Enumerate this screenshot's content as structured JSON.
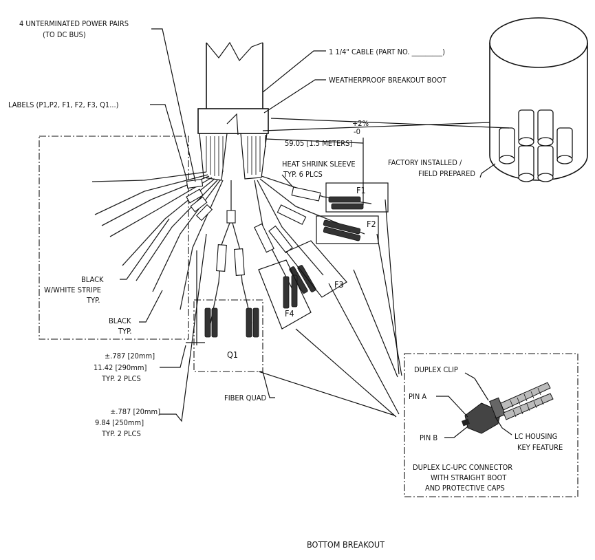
{
  "labels": {
    "power_pairs_1": "4 UNTERMINATED POWER PAIRS",
    "power_pairs_2": "(TO DC BUS)",
    "cable": "1 1/4\" CABLE (PART NO. _________)",
    "boot": "WEATHERPROOF BREAKOUT BOOT",
    "labels_list": "LABELS (P1,P2, F1, F2, F3, Q1...)",
    "length": "59.05 [1.5 METERS]",
    "tol_plus": "+2%",
    "tol_minus": "-0",
    "heat_shrink_1": "HEAT SHRINK SLEEVE",
    "heat_shrink_2": "TYP. 6 PLCS",
    "factory_1": "FACTORY INSTALLED /",
    "factory_2": "FIELD PREPARED",
    "f1": "F1",
    "f2": "F2",
    "f3": "F3",
    "f4": "F4",
    "q1": "Q1",
    "black_stripe_1": "BLACK",
    "black_stripe_2": "W/WHITE STRIPE",
    "black_stripe_3": "TYP.",
    "black_1": "BLACK",
    "black_2": "TYP.",
    "dim1_tol": "±.787 [20mm]",
    "dim1_len": "11.42 [290mm]",
    "dim1_typ": "TYP. 2 PLCS",
    "dim2_tol": "±.787 [20mm]",
    "dim2_len": "9.84 [250mm]",
    "dim2_typ": "TYP. 2 PLCS",
    "fiber_quad": "FIBER QUAD",
    "duplex_clip": "DUPLEX CLIP",
    "pin_a": "PIN A",
    "pin_b": "PIN B",
    "lc_housing_1": "LC HOUSING",
    "lc_housing_2": "KEY FEATURE",
    "duplex_desc_1": "DUPLEX LC-UPC CONNECTOR",
    "duplex_desc_2": "WITH STRAIGHT BOOT",
    "duplex_desc_3": "AND PROTECTIVE CAPS",
    "caption": "BOTTOM BREAKOUT"
  }
}
